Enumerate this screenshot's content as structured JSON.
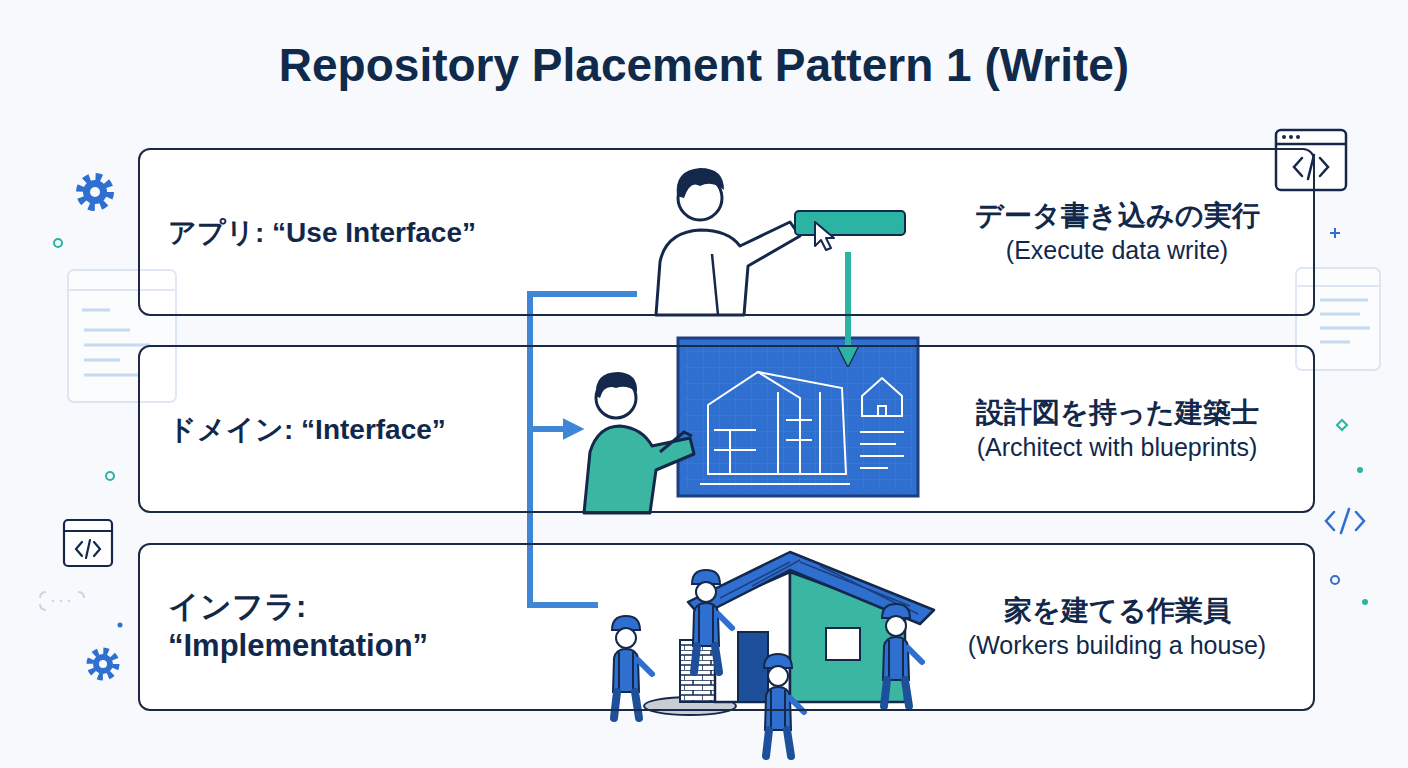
{
  "diagram": {
    "title": "Repository Placement Pattern 1 (Write)",
    "nodes": [
      {
        "text": [
          "アプリ: “Use Interface”",
          "データ書き込みの実行",
          "(Execute data write)"
        ]
      },
      {
        "text": [
          "ドメイン: “Interface”",
          "設計図を持った建築士",
          "(Architect with blueprints)"
        ]
      },
      {
        "text": [
          "インフラ: “Implementation”",
          "家を建てる作業員",
          "(Workers building a house)"
        ]
      }
    ],
    "edges": [
      {
        "from": 0,
        "to": 1,
        "arrow": "to"
      },
      {
        "from": 0,
        "to": 1,
        "arrow": "to"
      },
      {
        "from": 0,
        "to": 2,
        "arrow": "none"
      }
    ]
  }
}
